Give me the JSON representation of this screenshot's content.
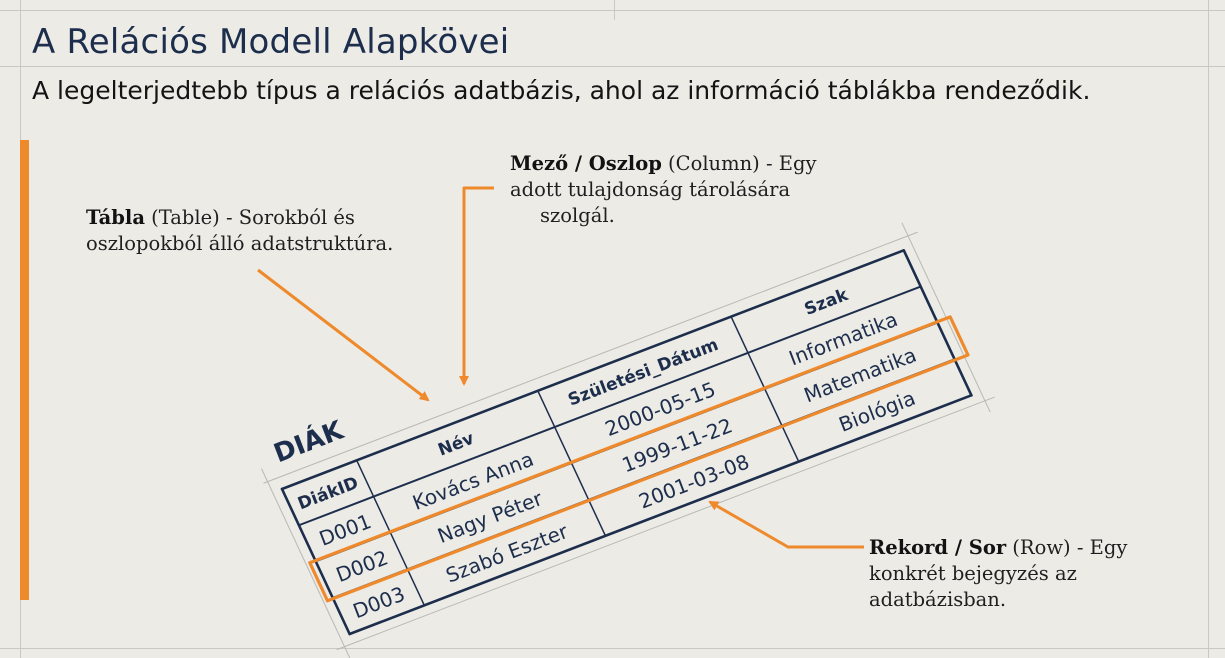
{
  "heading": {
    "title": "A Relációs Modell Alapkövei",
    "subtitle": "A legelterjedtebb típus a relációs adatbázis, ahol az információ táblákba rendeződik."
  },
  "callouts": {
    "table": {
      "term": "Tábla",
      "rest": " (Table) - Sorokból és",
      "line2": "oszlopokból álló adatstruktúra."
    },
    "column": {
      "term": "Mező / Oszlop",
      "rest": " (Column) - Egy",
      "line2": "adott tulajdonság tárolására",
      "line3": "szolgál."
    },
    "record": {
      "term": "Rekord / Sor",
      "rest": " (Row) - Egy",
      "line2": "konkrét bejegyzés az",
      "line3": "adatbázisban."
    }
  },
  "table": {
    "name": "DIÁK",
    "columns": [
      "DiákID",
      "Név",
      "Születési_Dátum",
      "Szak"
    ],
    "rows": [
      [
        "D001",
        "Kovács Anna",
        "2000-05-15",
        "Informatika"
      ],
      [
        "D002",
        "Nagy Péter",
        "1999-11-22",
        "Matematika"
      ],
      [
        "D003",
        "Szabó Eszter",
        "2001-03-08",
        "Biológia"
      ]
    ],
    "highlighted_row": 1
  },
  "colors": {
    "navy": "#1d2e4d",
    "accent": "#ee8a2c",
    "background": "#ecebe6"
  }
}
